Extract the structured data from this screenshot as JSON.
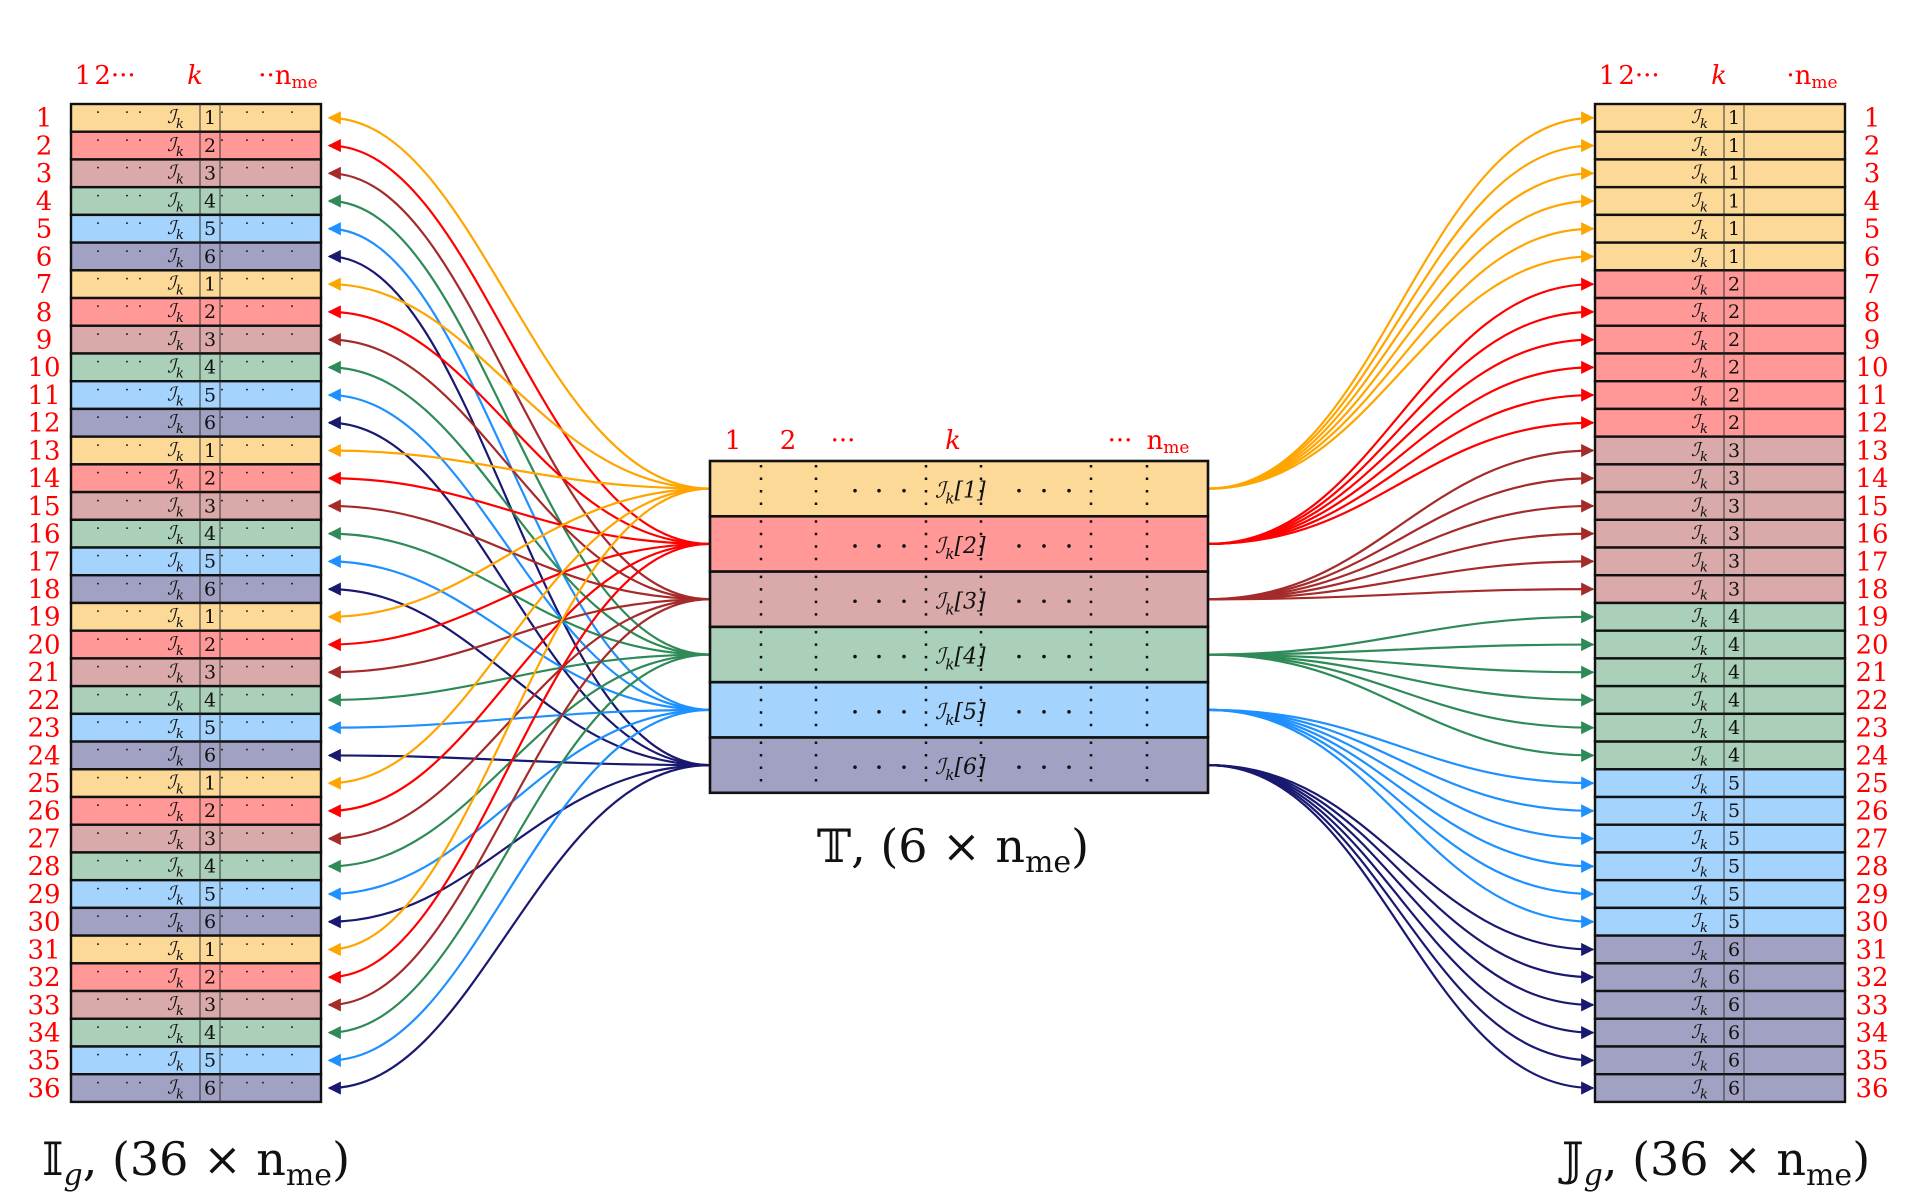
{
  "colors": {
    "fills": [
      "#fdd998",
      "#ff9896",
      "#daa9a9",
      "#aad0ba",
      "#a4d3fe",
      "#a1a2c3"
    ],
    "arrows": [
      "#ffa500",
      "#ff0000",
      "#a52a2a",
      "#2e8b57",
      "#1e90ff",
      "#191970"
    ],
    "label": "#ff0000"
  },
  "left_table": {
    "caption_symbol": "𝕀",
    "caption_sub": "g",
    "caption_rest": ",  (36 × n",
    "caption_sub2": "me",
    "caption_close": ")",
    "col_headers": [
      "1",
      "2···",
      "k",
      "··n",
      "me"
    ],
    "cell_symbol": "ℐ",
    "cell_sub": "k",
    "dots": "·",
    "row_labels": [
      "1",
      "2",
      "3",
      "4",
      "5",
      "6",
      "7",
      "8",
      "9",
      "10",
      "11",
      "12",
      "13",
      "14",
      "15",
      "16",
      "17",
      "18",
      "19",
      "20",
      "21",
      "22",
      "23",
      "24",
      "25",
      "26",
      "27",
      "28",
      "29",
      "30",
      "31",
      "32",
      "33",
      "34",
      "35",
      "36"
    ],
    "row_values": [
      1,
      2,
      3,
      4,
      5,
      6,
      1,
      2,
      3,
      4,
      5,
      6,
      1,
      2,
      3,
      4,
      5,
      6,
      1,
      2,
      3,
      4,
      5,
      6,
      1,
      2,
      3,
      4,
      5,
      6,
      1,
      2,
      3,
      4,
      5,
      6
    ]
  },
  "middle_table": {
    "caption_symbol": "𝕋",
    "caption_rest": ",  (6 × n",
    "caption_sub": "me",
    "caption_close": ")",
    "col_headers": [
      "1",
      "2",
      "···",
      "k",
      "···",
      "n",
      "me"
    ],
    "cell_symbol": "ℐ",
    "cell_sub": "k",
    "row_values": [
      1,
      2,
      3,
      4,
      5,
      6
    ]
  },
  "right_table": {
    "caption_symbol": "𝕁",
    "caption_sub": "g",
    "caption_rest": ",  (36 × n",
    "caption_sub2": "me",
    "caption_close": ")",
    "col_headers": [
      "1",
      "2···",
      "k",
      "·n",
      "me"
    ],
    "cell_symbol": "ℐ",
    "cell_sub": "k",
    "row_labels": [
      "1",
      "2",
      "3",
      "4",
      "5",
      "6",
      "7",
      "8",
      "9",
      "10",
      "11",
      "12",
      "13",
      "14",
      "15",
      "16",
      "17",
      "18",
      "19",
      "20",
      "21",
      "22",
      "23",
      "24",
      "25",
      "26",
      "27",
      "28",
      "29",
      "30",
      "31",
      "32",
      "33",
      "34",
      "35",
      "36"
    ],
    "row_values": [
      1,
      1,
      1,
      1,
      1,
      1,
      2,
      2,
      2,
      2,
      2,
      2,
      3,
      3,
      3,
      3,
      3,
      3,
      4,
      4,
      4,
      4,
      4,
      4,
      5,
      5,
      5,
      5,
      5,
      5,
      6,
      6,
      6,
      6,
      6,
      6
    ]
  }
}
